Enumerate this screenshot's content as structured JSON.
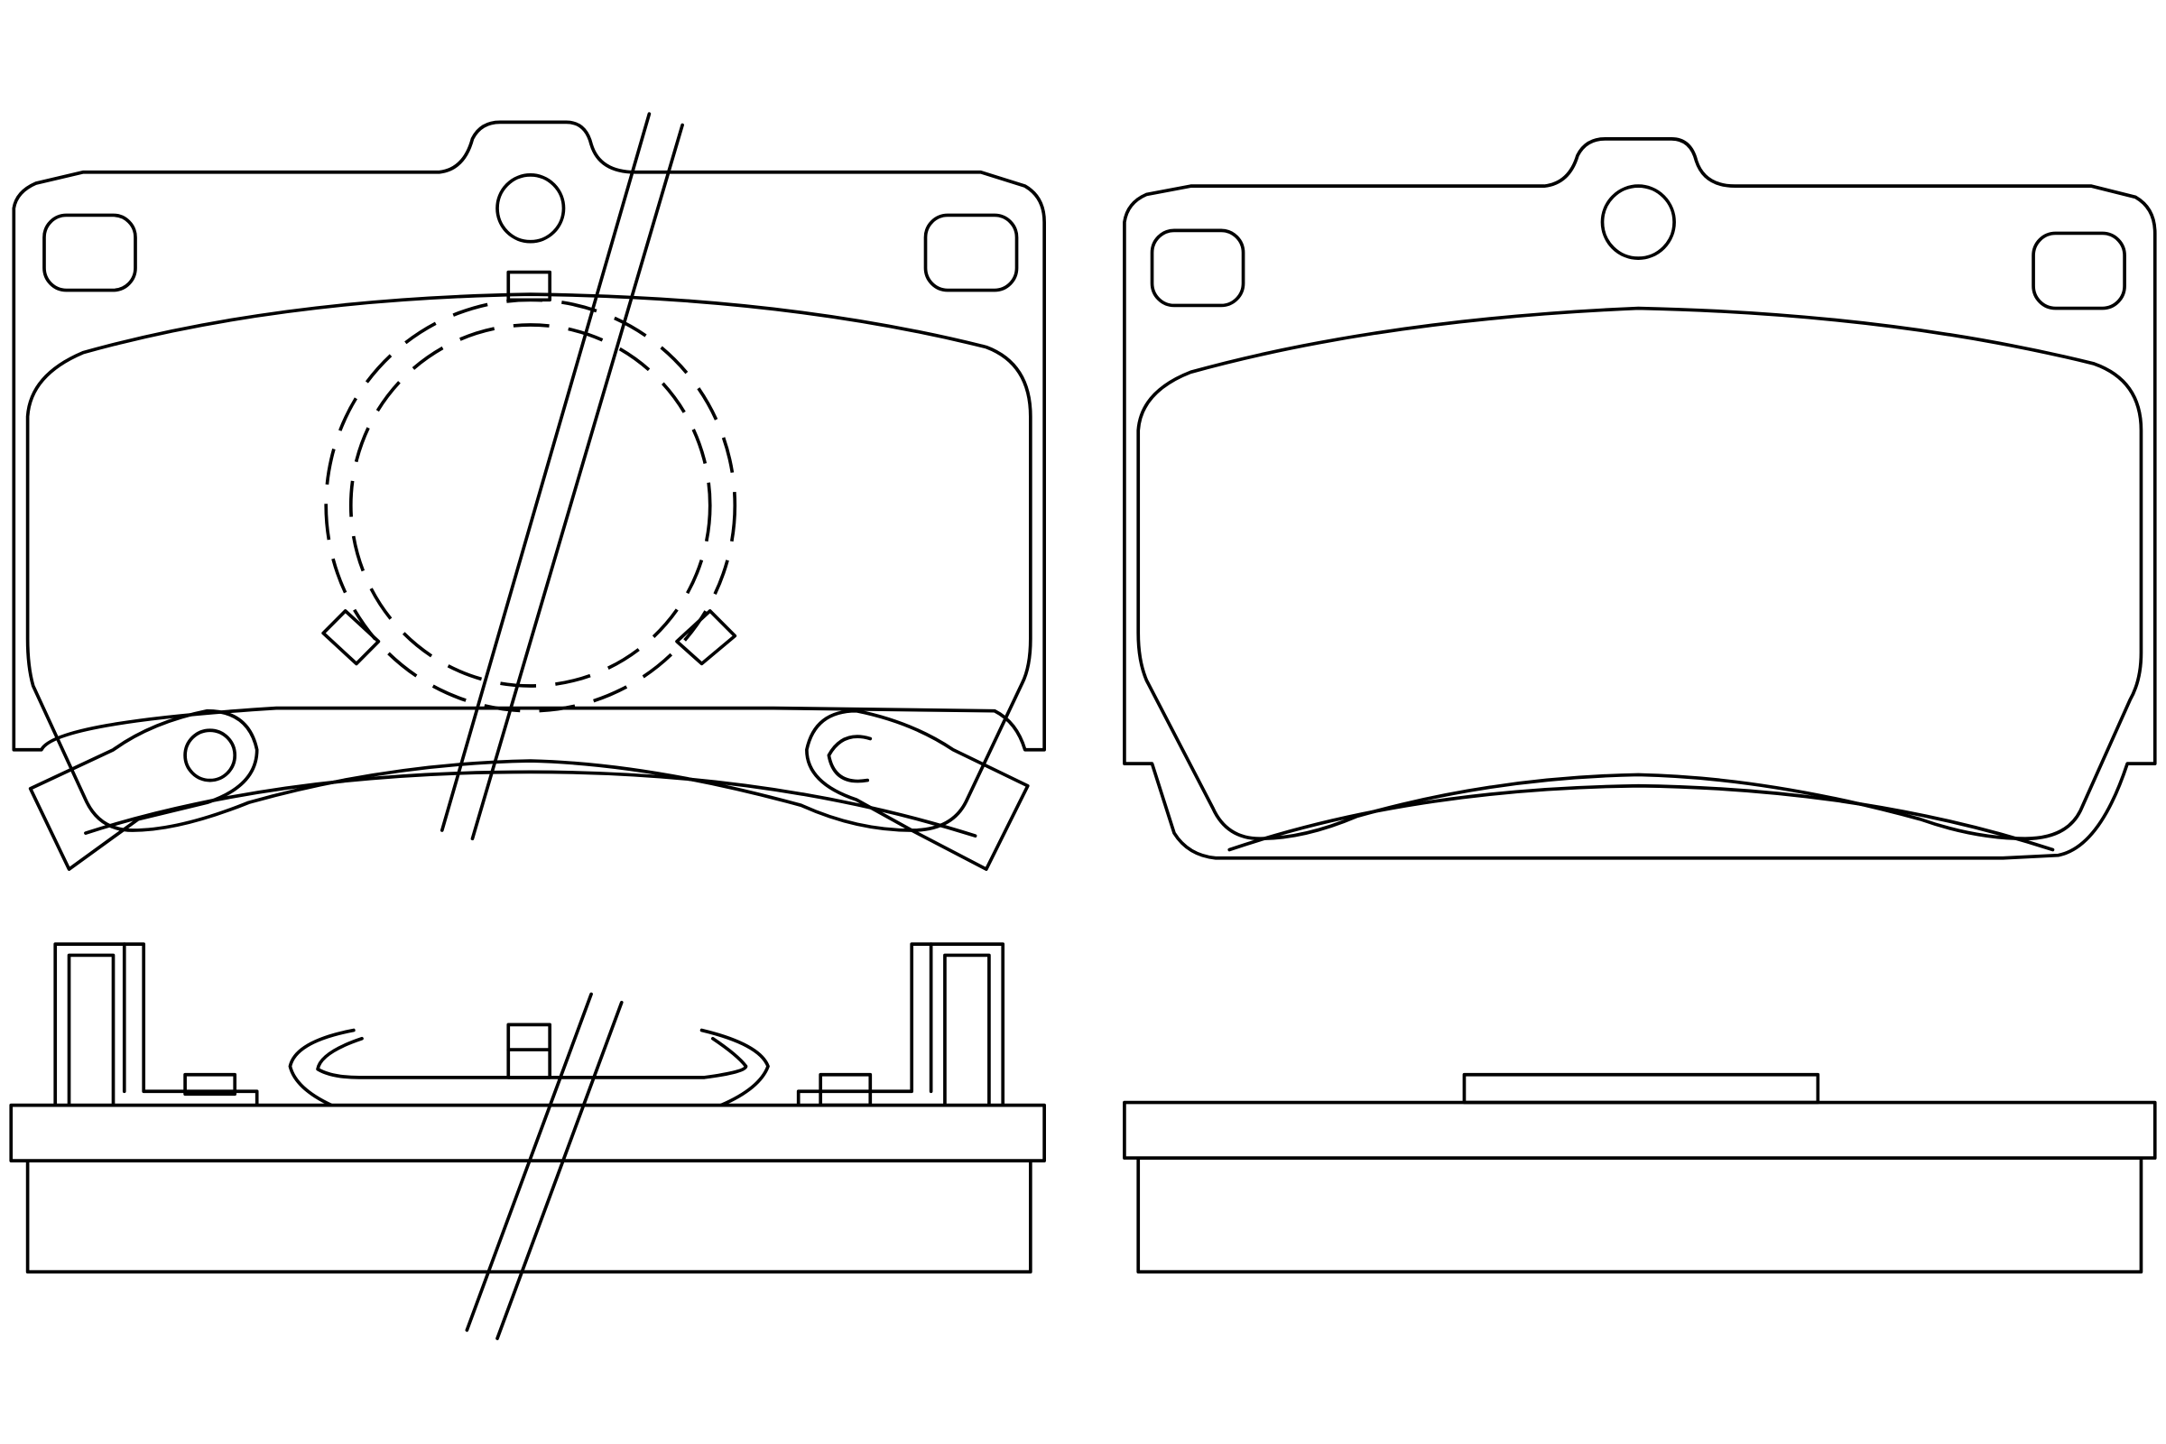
{
  "drawing": {
    "line_color": "#000000",
    "background_color": "#ffffff",
    "views": [
      {
        "id": "front-pad-with-wear-indicator",
        "clip": "spring-clip",
        "wear_sensor": "wire-with-loop"
      },
      {
        "id": "front-pad-plain",
        "clip": "none",
        "wear_sensor": "none"
      },
      {
        "id": "side-view-with-clips",
        "clip": "spring-clip",
        "wear_sensor": "wire"
      },
      {
        "id": "side-view-plain",
        "clip": "none",
        "wear_sensor": "none"
      }
    ]
  }
}
